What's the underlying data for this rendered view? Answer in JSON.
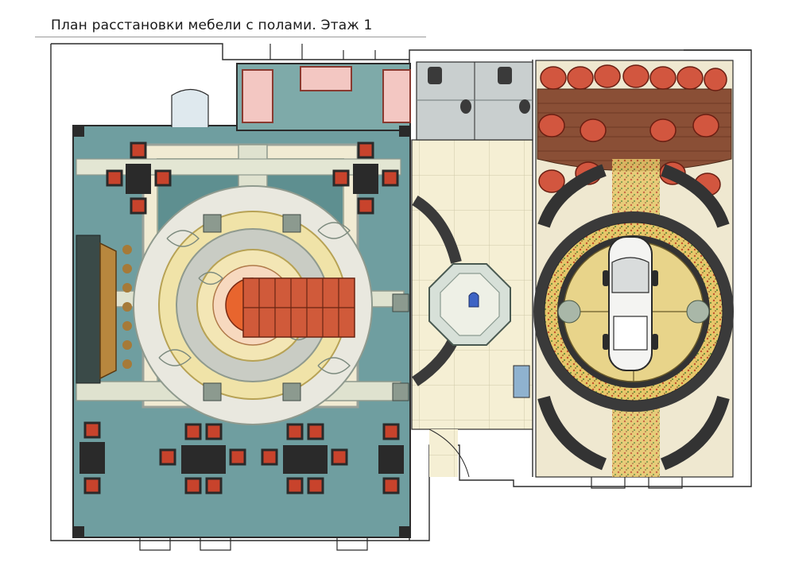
{
  "drawing": {
    "title": "План расстановки мебели с полами. Этаж 1"
  },
  "colors": {
    "wall": "#2b2b2b",
    "floor_teal": "#6f9ea0",
    "floor_teal_dark": "#3e6e70",
    "carpet_cream": "#efe7c6",
    "ornament": "#9aa29a",
    "gold_ring": "#e4cf7a",
    "chair_red": "#c8432c",
    "table_black": "#2a2a2a",
    "stair_orange": "#e8652e",
    "tile_cream": "#f5efd4",
    "garage_wood": "#8a4f36",
    "armchair_red": "#d2563f",
    "mosaic": "#d9b75a",
    "black_band": "#333333",
    "window_pink": "#f3c7c2",
    "bath_grey": "#c9cfcf"
  },
  "rooms": {
    "main_hall": "hall-with-round-carpet",
    "stair": "spiral-staircase",
    "bathrooms": "wc-blocks",
    "vestibule": "octagonal-vestibule",
    "garage": "car-display-room"
  },
  "icons": {
    "car": "car-icon",
    "toilet": "toilet-icon",
    "fountain": "fountain-icon",
    "sofa": "sofa-icon"
  }
}
